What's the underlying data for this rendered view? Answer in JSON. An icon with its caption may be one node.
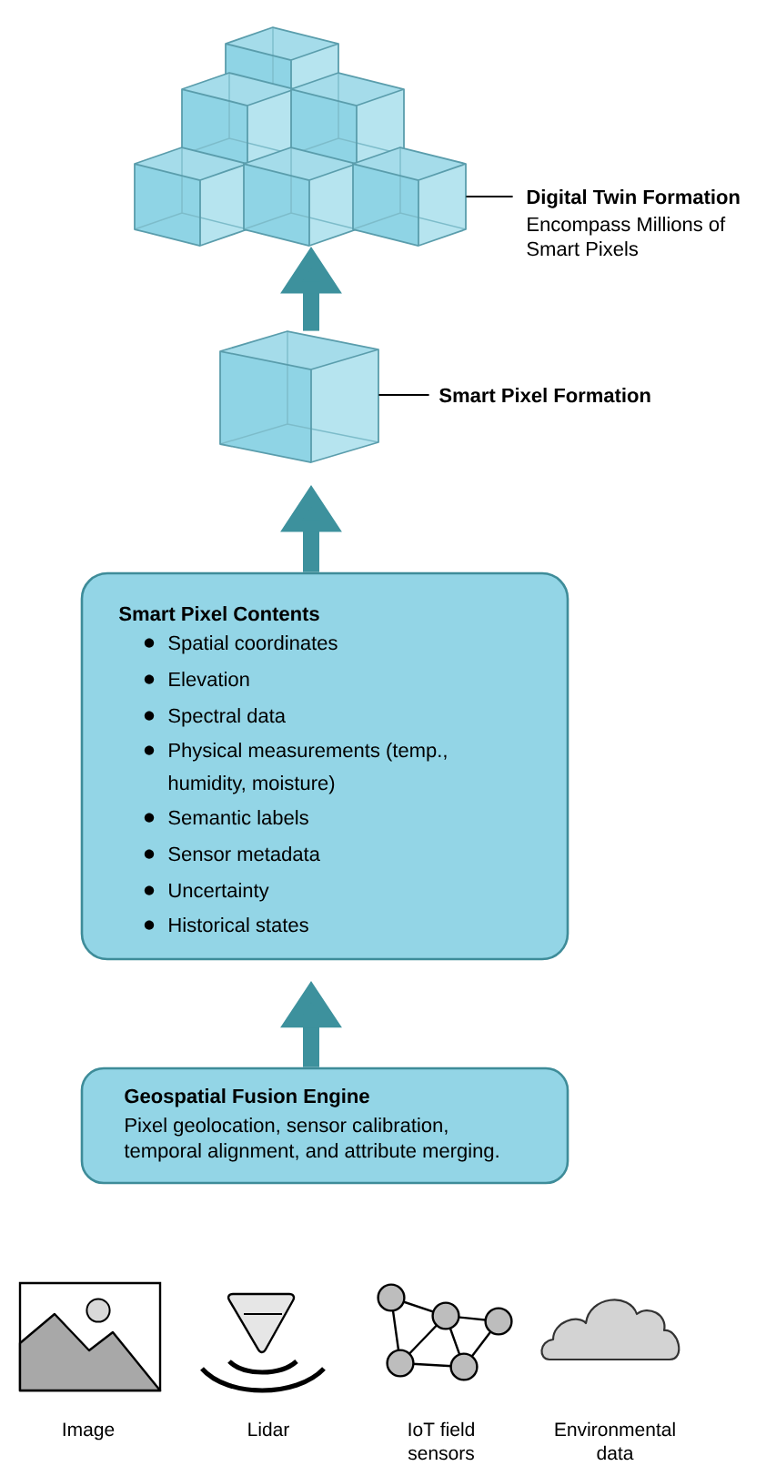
{
  "diagram": {
    "nodes": [
      {
        "text": [],
        "shape": "cubes"
      },
      {
        "text": [
          "Digital Twin Formation",
          "Encompass Millions of Smart Pixels"
        ]
      },
      {
        "text": [],
        "shape": "cube"
      },
      {
        "text": [
          "Smart Pixel Formation"
        ]
      },
      {
        "text": [
          "Smart Pixel Contents",
          "Spatial coordinates",
          "Elevation",
          "Spectral data",
          "Physical measurements (temp., humidity, moisture)",
          "Semantic labels",
          "Sensor metadata",
          "Uncertainty",
          "Historical states"
        ]
      },
      {
        "text": [
          "Geospatial Fusion Engine",
          "Pixel geolocation, sensor calibration, temporal alignment, and attribute merging."
        ]
      }
    ],
    "edges": [
      {
        "from": 1,
        "to": 0,
        "arrow": "none",
        "color": "#000000"
      },
      {
        "from": 2,
        "to": 0,
        "arrow": "to"
      },
      {
        "from": 3,
        "to": 2,
        "arrow": "none",
        "color": "#000000"
      },
      {
        "from": 4,
        "to": 2,
        "arrow": "to"
      },
      {
        "from": 5,
        "to": 4,
        "arrow": "to"
      }
    ],
    "labels": [
      "Image",
      "Lidar",
      "IoT field sensors",
      "Environmental data"
    ]
  }
}
